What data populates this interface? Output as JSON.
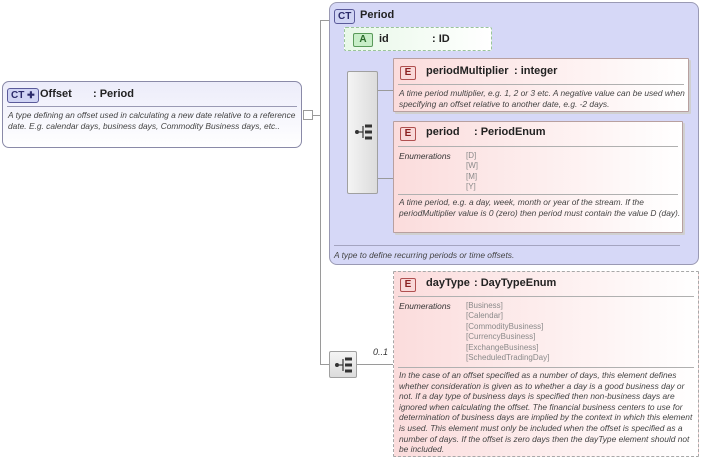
{
  "offset": {
    "badge": "CT",
    "name": "Offset",
    "type": ": Period",
    "doc": "A type defining an offset used in calculating a new date relative to a reference date. E.g. calendar days, business days, Commodity Business days, etc.."
  },
  "period": {
    "badge": "CT",
    "name": "Period",
    "doc": "A type to define recurring periods or time offsets.",
    "attribute": {
      "badge": "A",
      "name": "id",
      "type": ": ID"
    },
    "period_multiplier": {
      "badge": "E",
      "name": "periodMultiplier",
      "type": ": integer",
      "doc": "A time period multiplier, e.g. 1, 2 or 3 etc. A negative value can be used when specifying an offset relative to another date, e.g. -2 days."
    },
    "period_elem": {
      "badge": "E",
      "name": "period",
      "type": ": PeriodEnum",
      "enum_label": "Enumerations",
      "enums": [
        "[D]",
        "[W]",
        "[M]",
        "[Y]"
      ],
      "doc": "A time period, e.g. a day, week, month or year of the stream. If the periodMultiplier value is 0 (zero) then period must contain the value D (day)."
    }
  },
  "day_type": {
    "badge": "E",
    "name": "dayType",
    "type": ": DayTypeEnum",
    "cardinality": "0..1",
    "enum_label": "Enumerations",
    "enums": [
      "[Business]",
      "[Calendar]",
      "[CommodityBusiness]",
      "[CurrencyBusiness]",
      "[ExchangeBusiness]",
      "[ScheduledTradingDay]"
    ],
    "doc": "In the case of an offset specified as a number of days, this element defines whether consideration is given as to whether a day is a good business day or not. If a day type of business days is specified then non-business days are ignored when calculating the offset. The financial business centers to use for determination of business days are implied by the context in which this element is used. This element must only be included when the offset is specified as a number of days. If the offset is zero days then the dayType element should not be included."
  }
}
